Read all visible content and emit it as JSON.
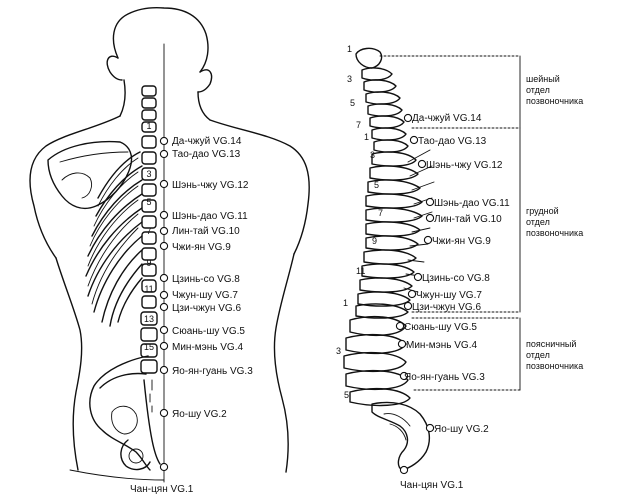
{
  "back_view": {
    "points": [
      {
        "label": "Да-чжуй VG.14"
      },
      {
        "label": "Тао-дао VG.13"
      },
      {
        "label": "Шэнь-чжу VG.12"
      },
      {
        "label": "Шэнь-дао VG.11"
      },
      {
        "label": "Лин-тай VG.10"
      },
      {
        "label": "Чжи-ян VG.9"
      },
      {
        "label": "Цзинь-со VG.8"
      },
      {
        "label": "Чжун-шу VG.7"
      },
      {
        "label": "Цзи-чжун VG.6"
      },
      {
        "label": "Сюань-шу VG.5"
      },
      {
        "label": "Мин-мэнь VG.4"
      },
      {
        "label": "Яо-ян-гуань VG.3"
      },
      {
        "label": "Яо-шу VG.2"
      },
      {
        "label": "Чан-цян VG.1"
      }
    ],
    "vertebra_numbers": [
      "1",
      "3",
      "5",
      "7",
      "9",
      "11",
      "13",
      "15"
    ]
  },
  "side_view": {
    "points": [
      {
        "label": "Да-чжуй VG.14"
      },
      {
        "label": "Тао-дао VG.13"
      },
      {
        "label": "Шэнь-чжу VG.12"
      },
      {
        "label": "Шэнь-дао VG.11"
      },
      {
        "label": "Лин-тай VG.10"
      },
      {
        "label": "Чжи-ян VG.9"
      },
      {
        "label": "Цзинь-со VG.8"
      },
      {
        "label": "Чжун-шу VG.7"
      },
      {
        "label": "Цзи-чжун VG.6"
      },
      {
        "label": "Сюань-шу VG.5"
      },
      {
        "label": "Мин-мэнь VG.4"
      },
      {
        "label": "Яо-ян-гуань VG.3"
      },
      {
        "label": "Яо-шу VG.2"
      },
      {
        "label": "Чан-цян VG.1"
      }
    ],
    "vertebra_numbers": [
      "1",
      "3",
      "5",
      "7",
      "1",
      "3",
      "5",
      "7",
      "9",
      "11",
      "1",
      "3",
      "5"
    ],
    "sections": [
      {
        "lines": [
          "шейный",
          "отдел",
          "позвоночника"
        ]
      },
      {
        "lines": [
          "грудной",
          "отдел",
          "позвоночника"
        ]
      },
      {
        "lines": [
          "поясничный",
          "отдел",
          "позвоночника"
        ]
      }
    ]
  }
}
